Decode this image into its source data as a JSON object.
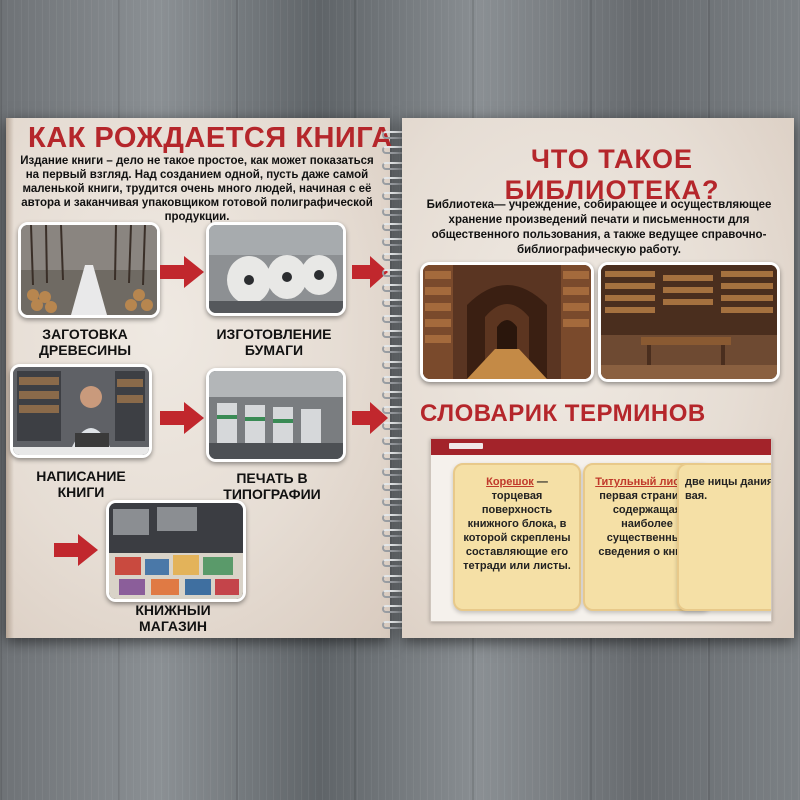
{
  "left_page": {
    "title": "КАК РОЖДАЕТСЯ КНИГА",
    "intro_bold": "Издание книги",
    "intro_rest": " – дело не такое простое, как может показаться на первый взгляд. Над созданием одной, пусть даже самой маленькой книги, трудится очень много людей, начиная с её автора и заканчивая упаковщиком готовой полиграфической продукции.",
    "steps": [
      {
        "caption": "ЗАГОТОВКА ДРЕВЕСИНЫ",
        "image": "forest-logs-photo"
      },
      {
        "caption": "ИЗГОТОВЛЕНИЕ БУМАГИ",
        "image": "paper-mill-photo"
      },
      {
        "caption": "НАПИСАНИЕ КНИГИ",
        "image": "author-typewriter-photo"
      },
      {
        "caption": "ПЕЧАТЬ В ТИПОГРАФИИ",
        "image": "printing-press-photo"
      },
      {
        "caption": "КНИЖНЫИ МАГАЗИН",
        "image": "bookstore-photo"
      }
    ]
  },
  "right_page": {
    "title": "ЧТО ТАКОЕ БИБЛИОТЕКА?",
    "definition_term": "Библиотека",
    "definition_rest": "— учреждение, собирающее и осуществляющее хранение произведений печати и письменности для общественного пользования, а также ведущее справочно-библиографическую работу.",
    "dictionary_title": "СЛОВАРИК ТЕРМИНОВ",
    "cards": [
      {
        "term": "Корешок",
        "text": " — торцевая поверхность книжного блока, в которой скреплены составляющие его тетради или листы."
      },
      {
        "term": "Титульный лист",
        "text": " — первая страница, содержащая наиболее существенные сведения о книге."
      },
      {
        "term": "",
        "text": "две ницы дания, вая."
      }
    ]
  },
  "colors": {
    "accent": "#b5262b",
    "card": "#f5e0a6"
  }
}
